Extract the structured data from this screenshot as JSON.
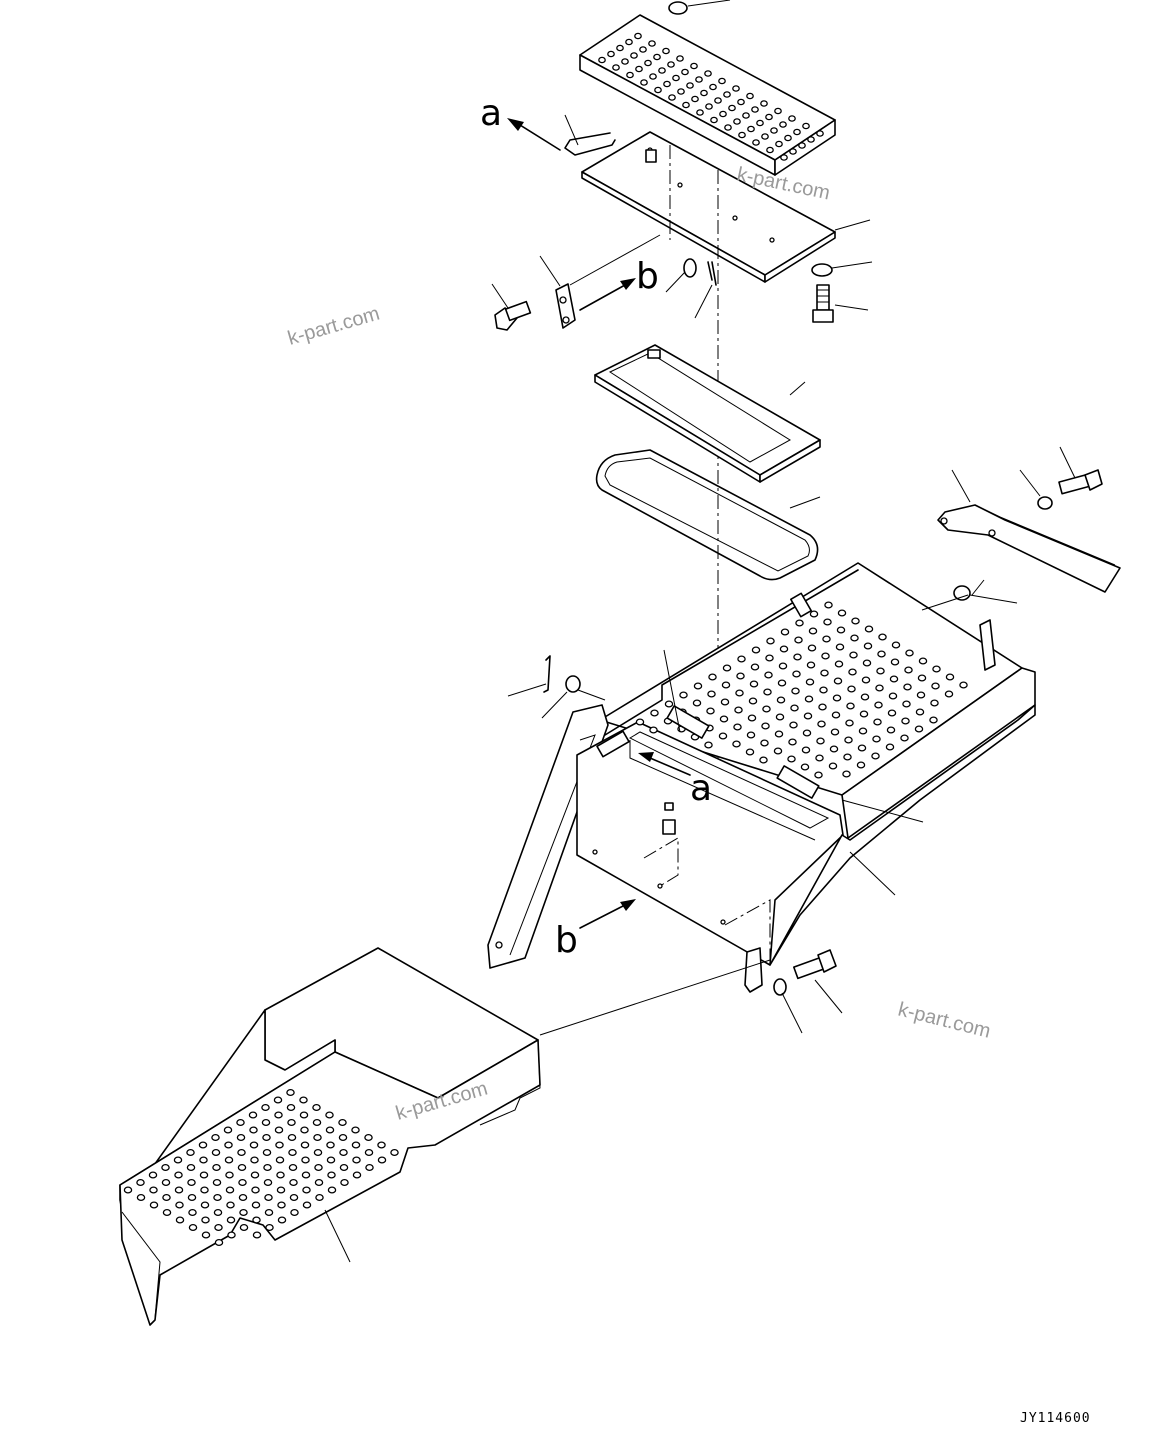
{
  "diagram": {
    "drawing_code": "JY114600",
    "view_markers": [
      "a",
      "b",
      "a",
      "b"
    ],
    "watermarks": [
      "k-part.com",
      "k-part.com",
      "k-part.com",
      "k-part.com"
    ]
  }
}
